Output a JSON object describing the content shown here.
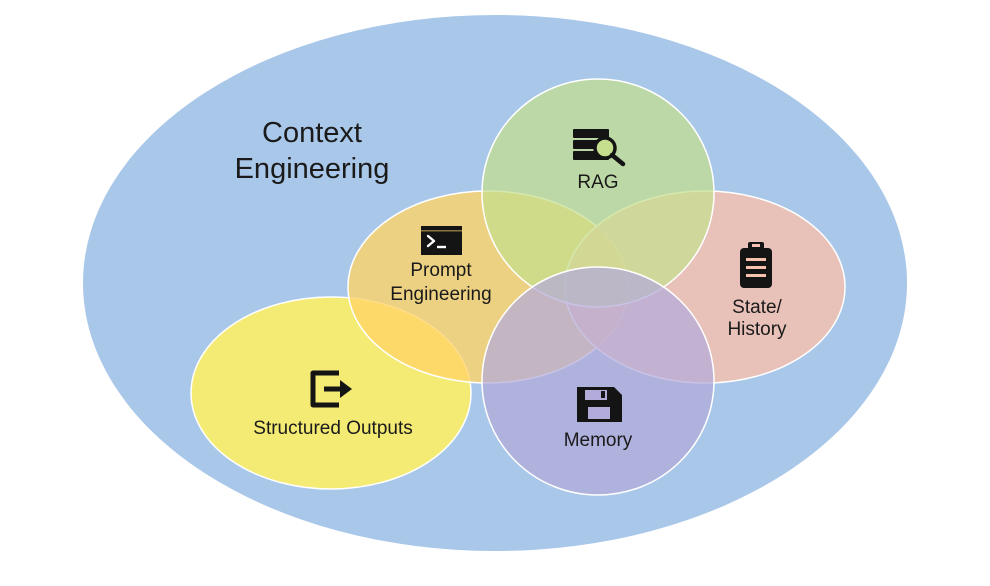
{
  "diagram": {
    "title_line1": "Context",
    "title_line2": "Engineering",
    "rag_label": "RAG",
    "prompt_label_line1": "Prompt",
    "prompt_label_line2": "Engineering",
    "state_label_line1": "State/",
    "state_label_line2": "History",
    "memory_label": "Memory",
    "structured_label": "Structured Outputs"
  },
  "colors": {
    "context_fill": "#a9c7e9",
    "rag_fill": "#c5df8e",
    "prompt_fill": "#ffd466",
    "state_fill": "#f5c0ae",
    "memory_fill": "#b3abd9",
    "structured_fill": "#fbee6a",
    "outline": "#ffffff",
    "icon": "#141414"
  },
  "icons": {
    "rag": "server-search-icon",
    "prompt": "terminal-icon",
    "state": "clipboard-icon",
    "memory": "floppy-disk-icon",
    "structured": "export-arrow-icon"
  }
}
